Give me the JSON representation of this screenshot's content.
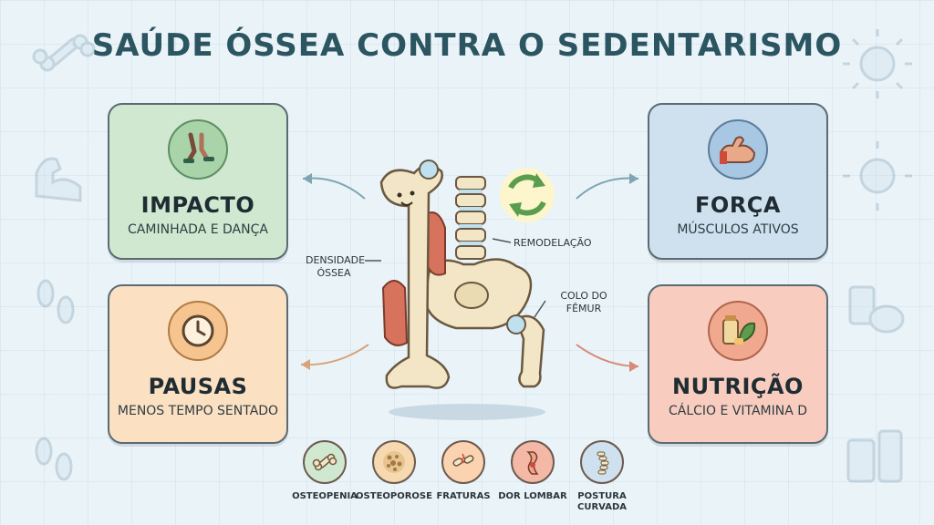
{
  "title": "SAÚDE ÓSSEA CONTRA O SEDENTARISMO",
  "cards": {
    "impacto": {
      "title": "IMPACTO",
      "subtitle": "CAMINHADA E DANÇA",
      "icon": "walking-legs-icon"
    },
    "forca": {
      "title": "FORÇA",
      "subtitle": "MÚSCULOS ATIVOS",
      "icon": "flexed-arm-icon"
    },
    "pausas": {
      "title": "PAUSAS",
      "subtitle": "MENOS TEMPO SENTADO",
      "icon": "clock-icon"
    },
    "nutricao": {
      "title": "NUTRIÇÃO",
      "subtitle": "CÁLCIO E VITAMINA D",
      "icon": "supplement-bottle-icon"
    }
  },
  "center_labels": {
    "densidade": "DENSIDADE ÓSSEA",
    "remodelacao": "REMODELAÇÃO",
    "colo": "COLO DO FÊMUR"
  },
  "risks": [
    {
      "label": "OSTEOPENIA",
      "icon": "bone-icon",
      "color": "#cfe8cf"
    },
    {
      "label": "OSTEOPOROSE",
      "icon": "porous-bone-icon",
      "color": "#f6d9b0"
    },
    {
      "label": "FRATURAS",
      "icon": "broken-bone-icon",
      "color": "#fbd3b0"
    },
    {
      "label": "DOR LOMBAR",
      "icon": "lower-back-icon",
      "color": "#f3b9a6"
    },
    {
      "label": "POSTURA CURVADA",
      "icon": "curved-spine-icon",
      "color": "#cfe0ef"
    }
  ],
  "colors": {
    "title": "#2b5560",
    "impacto": "#cfe8cf",
    "forca": "#cfe0ef",
    "pausas": "#fbe0c2",
    "nutricao": "#f8cdbf",
    "bone": "#f3e6c6"
  }
}
